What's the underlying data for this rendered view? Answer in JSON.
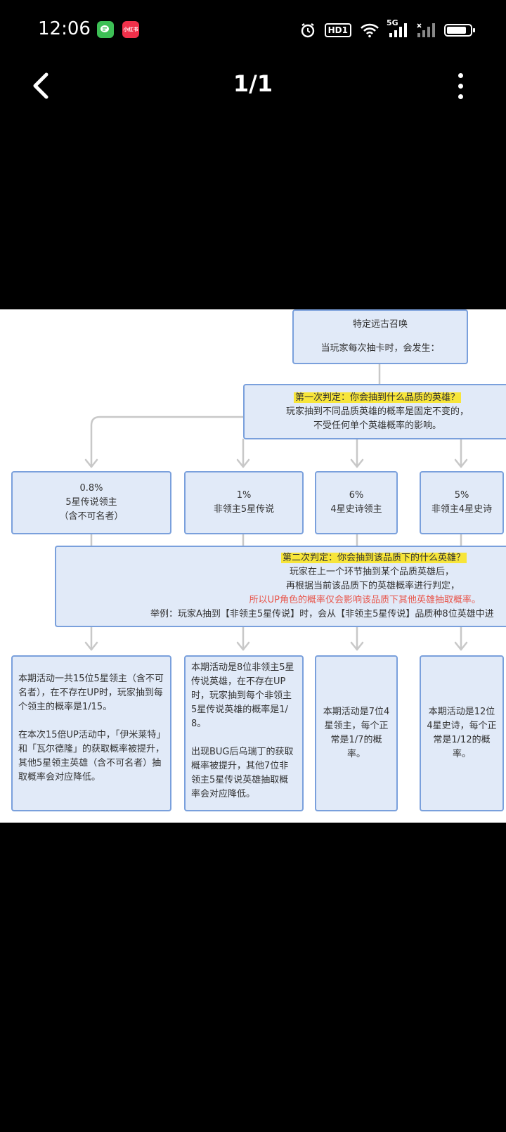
{
  "status_bar": {
    "time": "12:06",
    "apps": [
      {
        "name": "wechat-icon"
      },
      {
        "name": "xiaohongshu-icon",
        "label": "小红书"
      }
    ],
    "hd": "HD1",
    "net": "5G",
    "battery_level": 0.85
  },
  "top_bar": {
    "page_indicator": "1/1"
  },
  "flowchart": {
    "root": {
      "line1": "特定远古召唤",
      "line2": "当玩家每次抽卡时，会发生："
    },
    "judge1": {
      "title": "第一次判定：你会抽到什么品质的英雄？",
      "line1": "玩家抽到不同品质英雄的概率是固定不变的，",
      "line2": "不受任何单个英雄概率的影响。"
    },
    "tiers": [
      {
        "rate": "0.8%",
        "name": "5星传说领主",
        "note": "（含不可名者）"
      },
      {
        "rate": "1%",
        "name": "非领主5星传说",
        "note": ""
      },
      {
        "rate": "6%",
        "name": "4星史诗领主",
        "note": ""
      },
      {
        "rate": "5%",
        "name": "非领主4星史诗",
        "note": ""
      }
    ],
    "judge2": {
      "title": "第二次判定：你会抽到该品质下的什么英雄？",
      "line1": "玩家在上一个环节抽到某个品质英雄后，",
      "line2": "再根据当前该品质下的英雄概率进行判定，",
      "line3": "所以UP角色的概率仅会影响该品质下其他英雄抽取概率。",
      "line4": "举例：玩家A抽到【非领主5星传说】时，会从【非领主5星传说】品质种8位英雄中进"
    },
    "details": [
      {
        "p1": "本期活动一共15位5星领主（含不可名者），在不存在UP时，玩家抽到每个领主的概率是1/15。",
        "p2": "在本次15倍UP活动中，「伊米莱特」和「瓦尔德隆」的获取概率被提升，其他5星领主英雄（含不可名者）抽取概率会对应降低。"
      },
      {
        "p1": "本期活动是8位非领主5星传说英雄，在不存在UP时，玩家抽到每个非领主5星传说英雄的概率是1/8。",
        "p2": "出现BUG后乌瑞丁的获取概率被提升，其他7位非领主5星传说英雄抽取概率会对应降低。"
      },
      {
        "p1": "本期活动是7位4星领主，每个正常是1/7的概率。"
      },
      {
        "p1": "本期活动是12位4星史诗，每个正常是1/12的概率。"
      }
    ]
  },
  "colors": {
    "box_fill": "#e1eaf8",
    "box_border": "#7aa0dc",
    "highlight": "#f7e53a",
    "red_text": "#e8554a",
    "arrow": "#c8c8c8"
  }
}
